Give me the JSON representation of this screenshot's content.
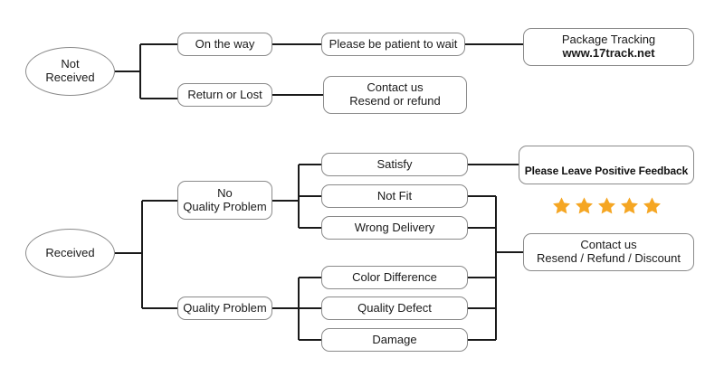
{
  "diagram": {
    "title": "Order Status Flowchart",
    "line_color": "#1a1a1a",
    "box_border_color": "#8a8a8a",
    "star_color": "#F5A623",
    "background": "#ffffff"
  },
  "not_received": {
    "root_label": "Not\nReceived",
    "branch_on_the_way": "On the way",
    "branch_return_or_lost": "Return or Lost",
    "please_wait": "Please be patient to wait",
    "package_tracking_line1": "Package Tracking",
    "package_tracking_line2": "www.17track.net",
    "contact_line1": "Contact us",
    "contact_line2": "Resend or refund"
  },
  "received": {
    "root_label": "Received",
    "branch_no_quality_problem": "No\nQuality Problem",
    "branch_quality_problem": "Quality Problem",
    "outcome_satisfy": "Satisfy",
    "outcome_not_fit": "Not Fit",
    "outcome_wrong_delivery": "Wrong Delivery",
    "outcome_color_difference": "Color Difference",
    "outcome_quality_defect": "Quality Defect",
    "outcome_damage": "Damage",
    "feedback_text": "Please Leave Positive Feedback",
    "feedback_star_count": 5,
    "contact_line1": "Contact us",
    "contact_line2": "Resend / Refund / Discount"
  }
}
